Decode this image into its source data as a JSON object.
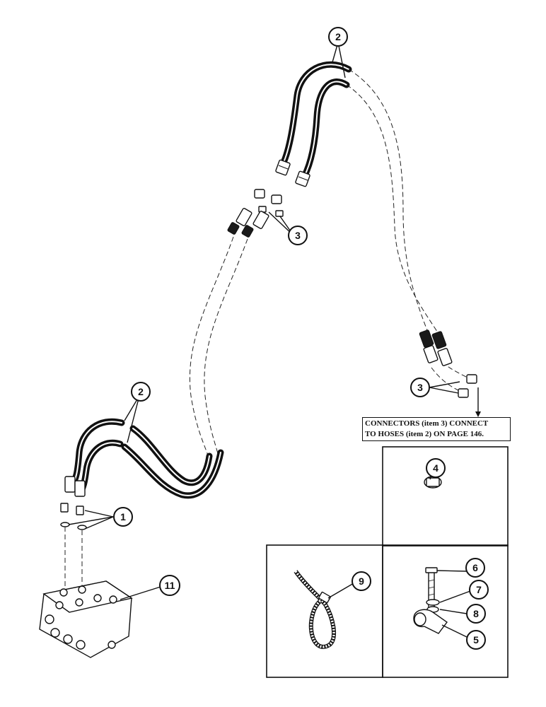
{
  "note": {
    "line1": "CONNECTORS (item 3) CONNECT",
    "line2": "TO HOSES (item 2) ON PAGE 146."
  },
  "callouts": {
    "c1": "1",
    "c2_top": "2",
    "c2_left": "2",
    "c3_top": "3",
    "c3_right": "3",
    "c4": "4",
    "c5": "5",
    "c6": "6",
    "c7": "7",
    "c8": "8",
    "c9": "9",
    "c11": "11"
  }
}
